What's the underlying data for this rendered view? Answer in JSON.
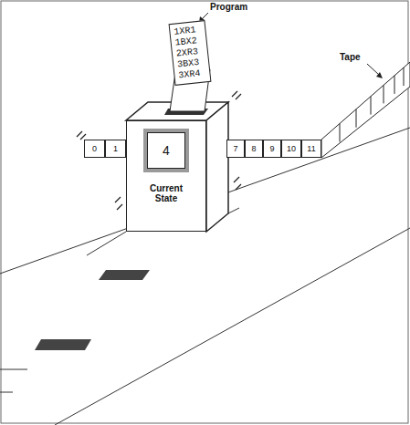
{
  "diagram": {
    "nodes": [
      {
        "text": [
          "1XR1 1BX2 2XR3 3BX3 3XR4"
        ]
      },
      {
        "text": [
          "0"
        ]
      },
      {
        "text": [
          "1"
        ]
      },
      {
        "text": [
          "Current State"
        ]
      },
      {
        "text": [
          "4"
        ],
        "in": 3
      },
      {
        "text": [
          "7"
        ]
      },
      {
        "text": [
          "8"
        ]
      },
      {
        "text": [
          "9"
        ]
      },
      {
        "text": [
          "10"
        ]
      },
      {
        "text": [
          "11"
        ]
      }
    ],
    "labels": [
      "Program",
      "Tape"
    ]
  }
}
